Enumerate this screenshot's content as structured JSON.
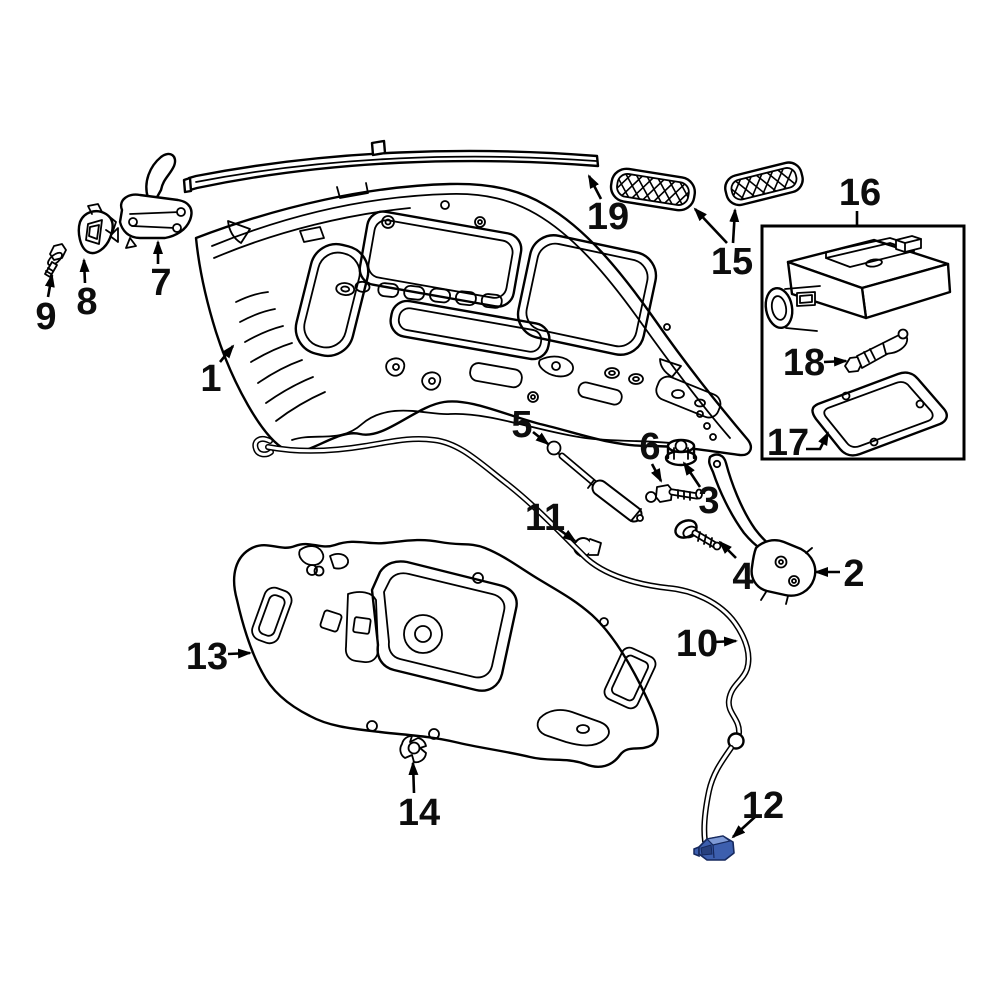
{
  "diagram": {
    "background_color": "#ffffff",
    "line_color": "#000000",
    "highlight_part": {
      "number": "12",
      "fill": "#3d5fae",
      "fill_light": "#7e9ad6",
      "fill_dark": "#27407e",
      "stroke": "#16295e"
    },
    "callouts": [
      {
        "label": "1",
        "part": "hood-panel"
      },
      {
        "label": "2",
        "part": "hood-hinge"
      },
      {
        "label": "3",
        "part": "hinge-nut"
      },
      {
        "label": "4",
        "part": "hinge-bolt"
      },
      {
        "label": "5",
        "part": "hood-lift-support"
      },
      {
        "label": "6",
        "part": "ball-stud"
      },
      {
        "label": "7",
        "part": "hood-latch"
      },
      {
        "label": "8",
        "part": "safety-catch-bracket"
      },
      {
        "label": "9",
        "part": "latch-bolt"
      },
      {
        "label": "10",
        "part": "release-cable"
      },
      {
        "label": "11",
        "part": "cable-clip"
      },
      {
        "label": "12",
        "part": "release-handle"
      },
      {
        "label": "13",
        "part": "hood-insulation-pad"
      },
      {
        "label": "14",
        "part": "pad-clip"
      },
      {
        "label": "15",
        "part": "vent-grilles"
      },
      {
        "label": "16",
        "part": "module-assembly"
      },
      {
        "label": "17",
        "part": "module-tray"
      },
      {
        "label": "18",
        "part": "bulb-socket"
      },
      {
        "label": "19",
        "part": "hood-seal-strip"
      }
    ]
  }
}
